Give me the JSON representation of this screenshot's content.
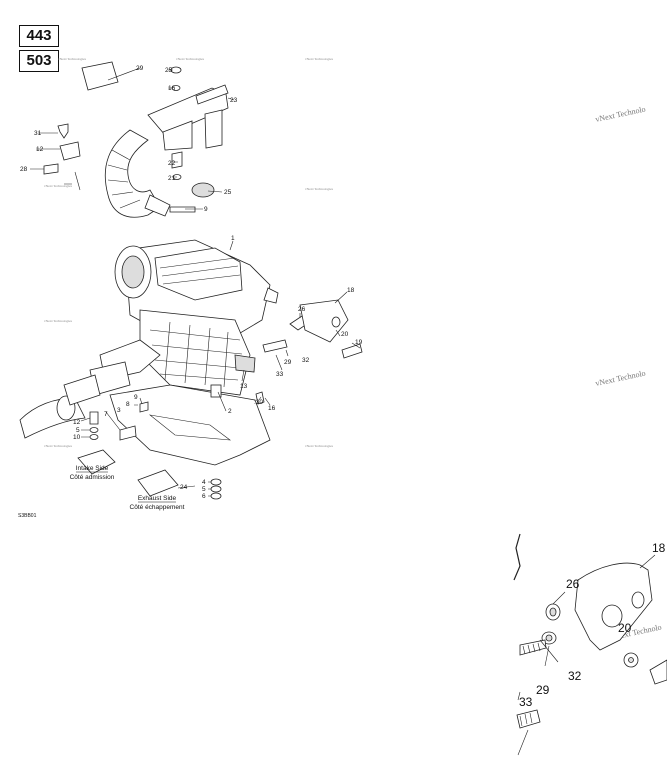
{
  "models": [
    "443",
    "503"
  ],
  "watermark": "vNext Technologies",
  "watermark_big": "vNext Technolo",
  "diagram_code": "S3BB01",
  "captions": {
    "intake_en": "Intake Side",
    "intake_fr": "Côté admission",
    "exhaust_en": "Exhaust Side",
    "exhaust_fr": "Côté échappement"
  },
  "callouts": [
    "1",
    "2",
    "3",
    "4",
    "5",
    "6",
    "7",
    "8",
    "9",
    "10",
    "12",
    "13",
    "14",
    "15",
    "16",
    "17",
    "18",
    "19",
    "20",
    "21",
    "22",
    "23",
    "24",
    "25",
    "26",
    "27",
    "28",
    "29",
    ":30",
    "31",
    "32",
    "33"
  ],
  "zoom_callouts": [
    "18",
    "26",
    "20",
    "32",
    "29",
    "33"
  ]
}
